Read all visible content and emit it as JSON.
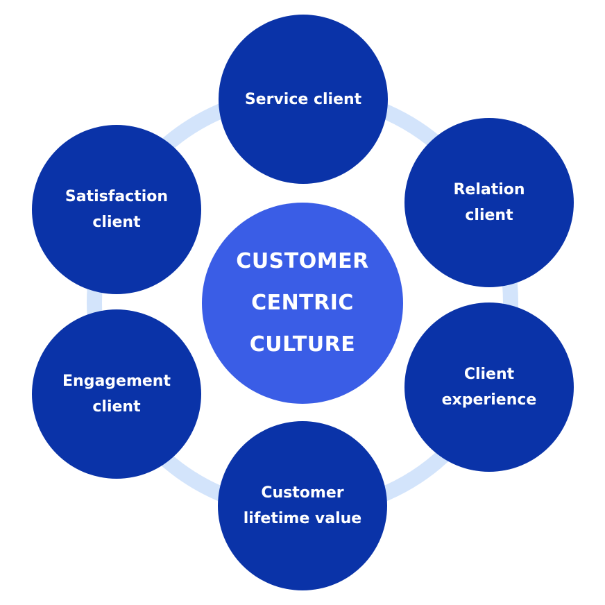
{
  "diagram": {
    "center": {
      "label": "CUSTOMER\nCENTRIC\nCULTURE"
    },
    "nodes": [
      {
        "id": "top",
        "label": "Service client"
      },
      {
        "id": "top-right",
        "label": "Relation\nclient"
      },
      {
        "id": "bottom-right",
        "label": "Client\nexperience"
      },
      {
        "id": "bottom",
        "label": "Customer\nlifetime value"
      },
      {
        "id": "bottom-left",
        "label": "Engagement\nclient"
      },
      {
        "id": "top-left",
        "label": "Satisfaction\nclient"
      }
    ]
  },
  "colors": {
    "outer_node": "#0a33a8",
    "center_node": "#3a5de6",
    "ring": "#d3e4fb",
    "text": "#ffffff"
  }
}
